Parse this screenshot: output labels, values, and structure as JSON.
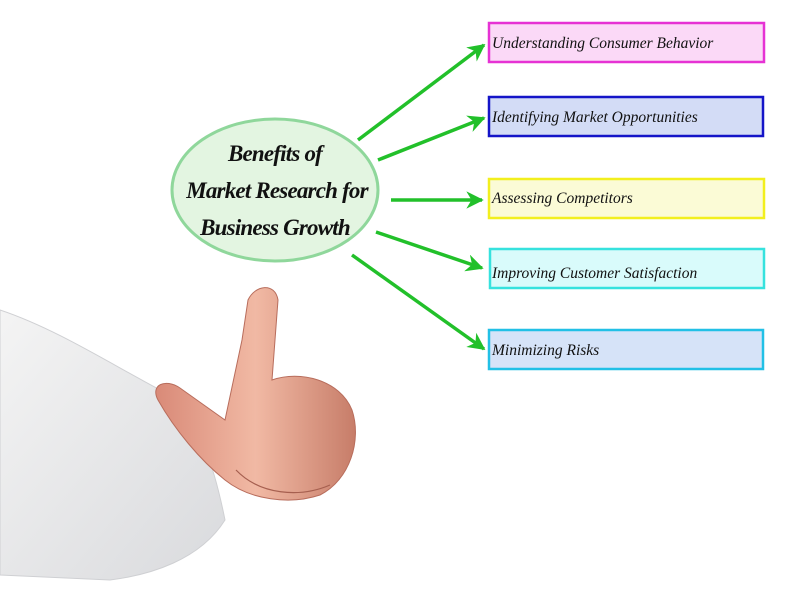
{
  "center": {
    "lines": [
      "Benefits of",
      "Market Research for",
      "Business Growth"
    ],
    "fill": "#e3f5e1",
    "stroke": "#8fd79b"
  },
  "arrow_color": "#22c02a",
  "items": [
    {
      "label": "Understanding Consumer Behavior",
      "fill": "#fbd9f7",
      "stroke": "#e632d4"
    },
    {
      "label": "Identifying Market Opportunities",
      "fill": "#d3dcf6",
      "stroke": "#1414c8"
    },
    {
      "label": "Assessing Competitors",
      "fill": "#fbfbd6",
      "stroke": "#f2ef1e"
    },
    {
      "label": "Improving Customer Satisfaction",
      "fill": "#d9fbfb",
      "stroke": "#36e2de"
    },
    {
      "label": "Minimizing Risks",
      "fill": "#d6e3f8",
      "stroke": "#22c0e6"
    }
  ]
}
